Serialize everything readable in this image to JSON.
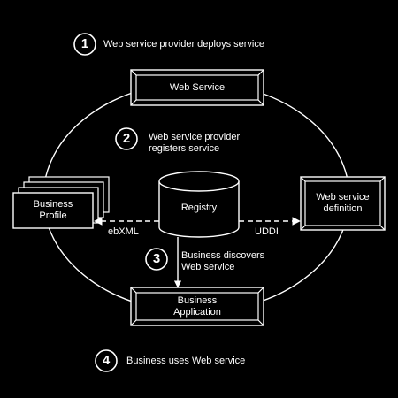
{
  "steps": [
    {
      "number": "1",
      "text": "Web service provider deploys service"
    },
    {
      "number": "2",
      "line1": "Web service provider",
      "line2": "registers service"
    },
    {
      "number": "3",
      "line1": "Business discovers",
      "line2": "Web service"
    },
    {
      "number": "4",
      "text": "Business uses Web service"
    }
  ],
  "nodes": {
    "web_service": "Web Service",
    "registry": "Registry",
    "business_profile": {
      "line1": "Business",
      "line2": "Profile"
    },
    "ws_definition": {
      "line1": "Web service",
      "line2": "definition"
    },
    "business_application": {
      "line1": "Business",
      "line2": "Application"
    }
  },
  "edges": {
    "left_label": "ebXML",
    "right_label": "UDDI"
  },
  "colors": {
    "background": "#000000",
    "stroke": "#ffffff"
  }
}
